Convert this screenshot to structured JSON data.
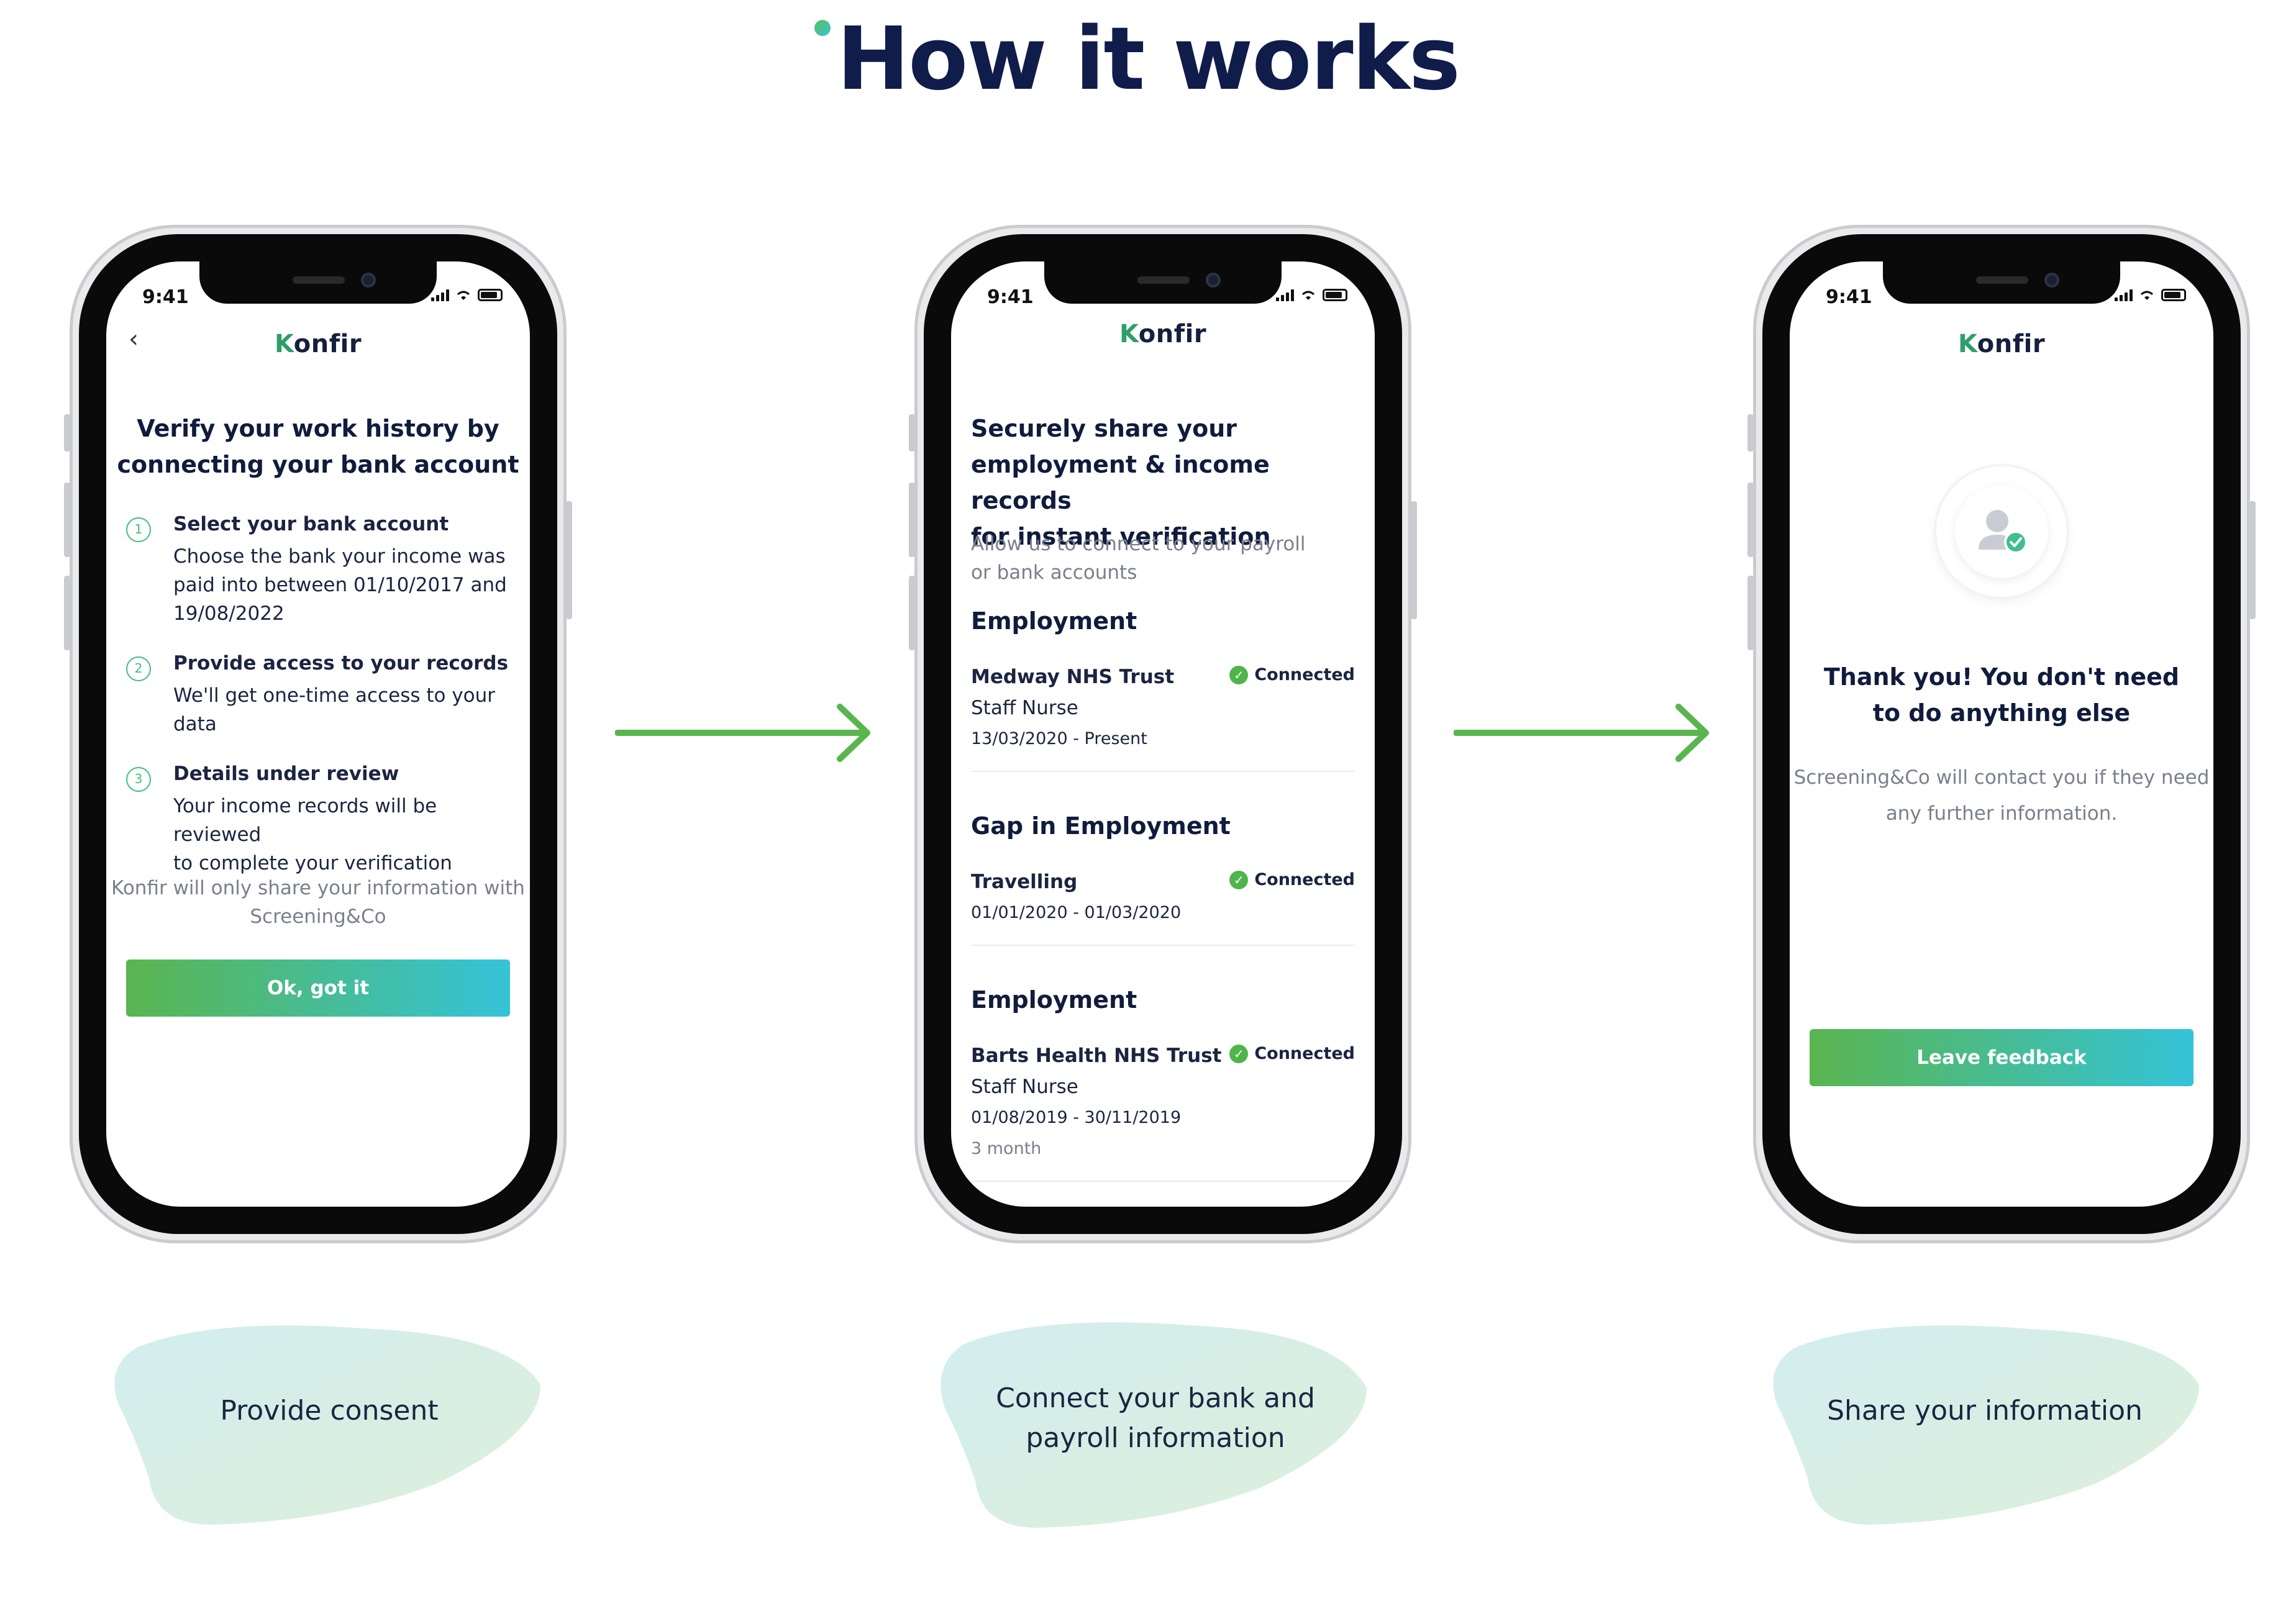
{
  "page": {
    "title": "How it works"
  },
  "colors": {
    "title": "#101c4a",
    "accent_green": "#5ab54f",
    "accent_teal": "#34c3d8",
    "connected_green": "#4fb54a"
  },
  "status_bar": {
    "time": "9:41"
  },
  "brand": {
    "logo_k": "K",
    "logo_rest": "onfir"
  },
  "screen1": {
    "back_icon": "chevron-left-icon",
    "heading_line1": "Verify your work history by",
    "heading_line2": "connecting your bank account",
    "steps": [
      {
        "num": "1",
        "title": "Select your bank account",
        "lines": [
          "Choose the bank your income was",
          "paid into between 01/10/2017 and",
          "19/08/2022"
        ]
      },
      {
        "num": "2",
        "title": "Provide access to your records",
        "lines": [
          "We'll get one-time access to your",
          "data"
        ]
      },
      {
        "num": "3",
        "title": "Details under review",
        "lines": [
          "Your income records will be reviewed",
          "to complete your verification"
        ]
      }
    ],
    "note_line1": "Konfir will only share your information with",
    "note_line2": "Screening&Co",
    "button_label": "Ok, got it"
  },
  "screen2": {
    "heading_line1": "Securely share your",
    "heading_line2": "employment & income records",
    "heading_line3": "for instant verification",
    "sub_line1": "Allow us to connect to your payroll",
    "sub_line2": "or bank accounts",
    "sections": [
      {
        "heading": "Employment",
        "name": "Medway NHS Trust",
        "role": "Staff Nurse",
        "dates": "13/03/2020 - Present",
        "status": "Connected"
      },
      {
        "heading": "Gap in Employment",
        "name": "Travelling",
        "dates": "01/01/2020 - 01/03/2020",
        "status": "Connected"
      },
      {
        "heading": "Employment",
        "name": "Barts Health NHS Trust",
        "role": "Staff Nurse",
        "dates": "01/08/2019 - 30/11/2019",
        "duration": "3 month",
        "status": "Connected"
      }
    ]
  },
  "screen3": {
    "heading_line1": "Thank you! You don't need",
    "heading_line2": "to do anything else",
    "sub_line1": "Screening&Co will contact you if they need",
    "sub_line2": "any further information.",
    "button_label": "Leave feedback",
    "avatar_icon": "user-check-icon"
  },
  "captions": {
    "step1": "Provide consent",
    "step2_line1": "Connect your bank and",
    "step2_line2": "payroll information",
    "step3": "Share your information"
  }
}
